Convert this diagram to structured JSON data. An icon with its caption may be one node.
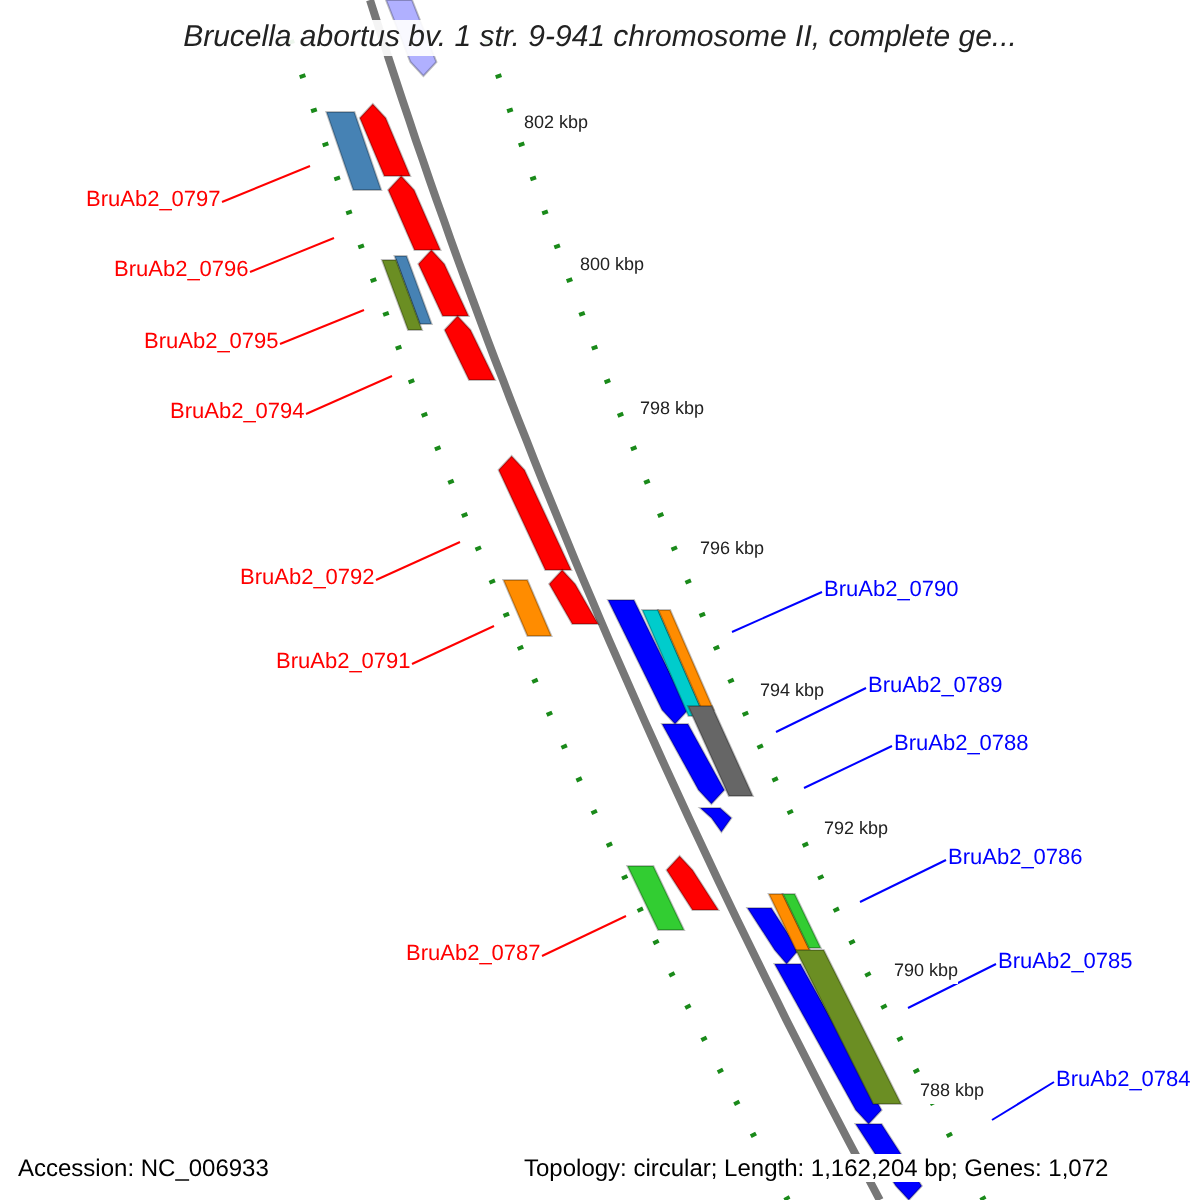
{
  "diagram": {
    "title": "Brucella abortus bv. 1 str. 9-941 chromosome II, complete ge...",
    "nodes": [
      {
        "text": [
          "BruAb2_0797"
        ]
      },
      {
        "text": [
          "BruAb2_0796"
        ]
      },
      {
        "text": [
          "BruAb2_0795"
        ]
      },
      {
        "text": [
          "BruAb2_0794"
        ]
      },
      {
        "text": [
          "BruAb2_0790"
        ]
      },
      {
        "text": [
          "BruAb2_0792"
        ]
      },
      {
        "text": [
          "BruAb2_0791"
        ]
      },
      {
        "text": [
          "BruAb2_0789"
        ]
      },
      {
        "text": [
          "BruAb2_0788"
        ]
      },
      {
        "text": [
          "BruAb2_0786"
        ]
      },
      {
        "text": [
          "BruAb2_0787"
        ]
      },
      {
        "text": [
          "BruAb2_0785"
        ]
      },
      {
        "text": [
          "BruAb2_0784"
        ]
      }
    ],
    "edges": [
      {
        "from": 0,
        "to": null,
        "arrow": "none"
      },
      {
        "from": 1,
        "to": null,
        "arrow": "none"
      },
      {
        "from": 2,
        "to": null,
        "arrow": "none"
      },
      {
        "from": 3,
        "to": null,
        "arrow": "none"
      },
      {
        "from": 4,
        "to": null,
        "arrow": "none",
        "color": "#0000ff"
      },
      {
        "from": 5,
        "to": null,
        "arrow": "none"
      },
      {
        "from": 6,
        "to": null,
        "arrow": "none"
      },
      {
        "from": 7,
        "to": null,
        "arrow": "none",
        "color": "#0000ff"
      },
      {
        "from": 8,
        "to": null,
        "arrow": "none",
        "color": "#0000ff"
      },
      {
        "from": 9,
        "to": null,
        "arrow": "none",
        "color": "#0000ff"
      },
      {
        "from": 10,
        "to": null,
        "arrow": "none"
      },
      {
        "from": 11,
        "to": null,
        "arrow": "none",
        "color": "#0000ff"
      },
      {
        "from": 12,
        "to": null,
        "arrow": "none",
        "color": "#0000ff"
      }
    ],
    "labels": [
      "802 kbp",
      "800 kbp",
      "798 kbp",
      "796 kbp",
      "794 kbp",
      "792 kbp",
      "790 kbp",
      "788 kbp",
      "Accession: NC_006933",
      "Topology: circular; Length: 1,162,204 bp; Genes: 1,072"
    ]
  }
}
